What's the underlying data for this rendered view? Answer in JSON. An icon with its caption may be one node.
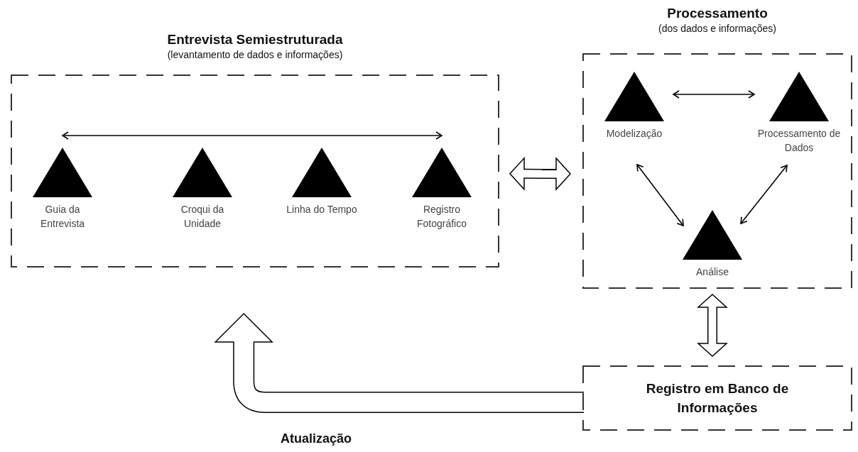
{
  "diagram": {
    "nodes": [
      {
        "text": [
          "Entrevista Semiestruturada",
          "(levantamento de dados e informações)"
        ]
      },
      {
        "text": [
          "Guia da Entrevista"
        ],
        "in": 0
      },
      {
        "text": [
          "Croqui da Unidade"
        ],
        "in": 0
      },
      {
        "text": [
          "Linha do Tempo"
        ],
        "in": 0
      },
      {
        "text": [
          "Registro Fotográfico"
        ],
        "in": 0
      },
      {
        "text": [
          "Processamento",
          "(dos dados e informações)"
        ]
      },
      {
        "text": [
          "Modelização"
        ],
        "in": 5
      },
      {
        "text": [
          "Processamento de Dados"
        ],
        "in": 5
      },
      {
        "text": [
          "Análise"
        ],
        "in": 5
      },
      {
        "text": [
          "Registro em Banco de Informações"
        ]
      }
    ],
    "edges": [
      {
        "from": 1,
        "to": 4,
        "arrow": "both"
      },
      {
        "from": 0,
        "to": 5,
        "arrow": "both",
        "style": "thick"
      },
      {
        "from": 6,
        "to": 7,
        "arrow": "both"
      },
      {
        "from": 6,
        "to": 8,
        "arrow": "both"
      },
      {
        "from": 7,
        "to": 8,
        "arrow": "both"
      },
      {
        "from": 5,
        "to": 9,
        "arrow": "both",
        "style": "thick"
      },
      {
        "from": 9,
        "to": 0,
        "arrow": "to",
        "style": "thick",
        "label": "Atualização"
      }
    ]
  }
}
